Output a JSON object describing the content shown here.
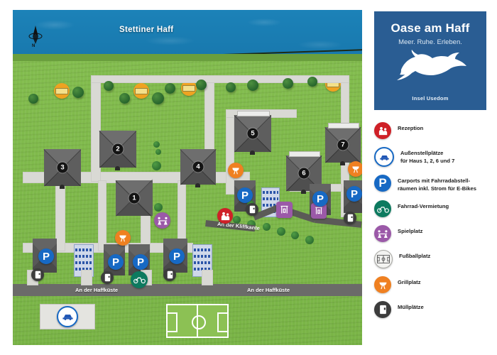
{
  "logo": {
    "title": "Oase am Haff",
    "subtitle": "Meer. Ruhe. Erleben.",
    "place": "Insel Usedom",
    "bg_color": "#2a5d93",
    "bird_icon": "flying-bird-icon"
  },
  "legend": {
    "items": [
      {
        "icon": "reception-icon",
        "color": "#cf2027",
        "label": "Rezeption"
      },
      {
        "icon": "car-icon",
        "color": "#1769c4",
        "label": "Außenstellplätze\nfür Haus 1, 2, 6 und 7",
        "line1": "Außenstellplätze",
        "line2": "für Haus 1, 2, 6 und 7"
      },
      {
        "icon": "parking-icon",
        "color": "#1769c4",
        "label": "Carports mit Fahrradabstell-\nräumen inkl. Strom für E-Bikes",
        "line1": "Carports mit Fahrradabstell-",
        "line2": "räumen inkl. Strom für E-Bikes"
      },
      {
        "icon": "bicycle-icon",
        "color": "#0d7a5f",
        "label": "Fahrrad-Vermietung"
      },
      {
        "icon": "playground-icon",
        "color": "#9b59a8",
        "label": "Spielplatz"
      },
      {
        "icon": "football-pitch-icon",
        "color": "#f3f3f1",
        "label": "Fußballplatz"
      },
      {
        "icon": "grill-icon",
        "color": "#ef8021",
        "label": "Grillplatz"
      },
      {
        "icon": "waste-icon",
        "color": "#3c3c3c",
        "label": "Müllplätze"
      }
    ]
  },
  "map": {
    "water_label": "Stettiner Haff",
    "compass_label": "N",
    "roads": [
      {
        "name": "road-kliffkante",
        "label": "An der Kliffkante"
      },
      {
        "name": "road-haffkueste-left",
        "label": "An der Haffküste"
      },
      {
        "name": "road-haffkueste-right",
        "label": "An der Haffküste"
      }
    ],
    "buildings": [
      {
        "number": "1"
      },
      {
        "number": "2"
      },
      {
        "number": "3"
      },
      {
        "number": "4"
      },
      {
        "number": "5"
      },
      {
        "number": "6"
      },
      {
        "number": "7"
      }
    ],
    "colors": {
      "water": "#1878ad",
      "grass": "#79b446",
      "road": "#6b6b69",
      "path": "#d9d9d4",
      "building": "#5e5e5e"
    }
  }
}
